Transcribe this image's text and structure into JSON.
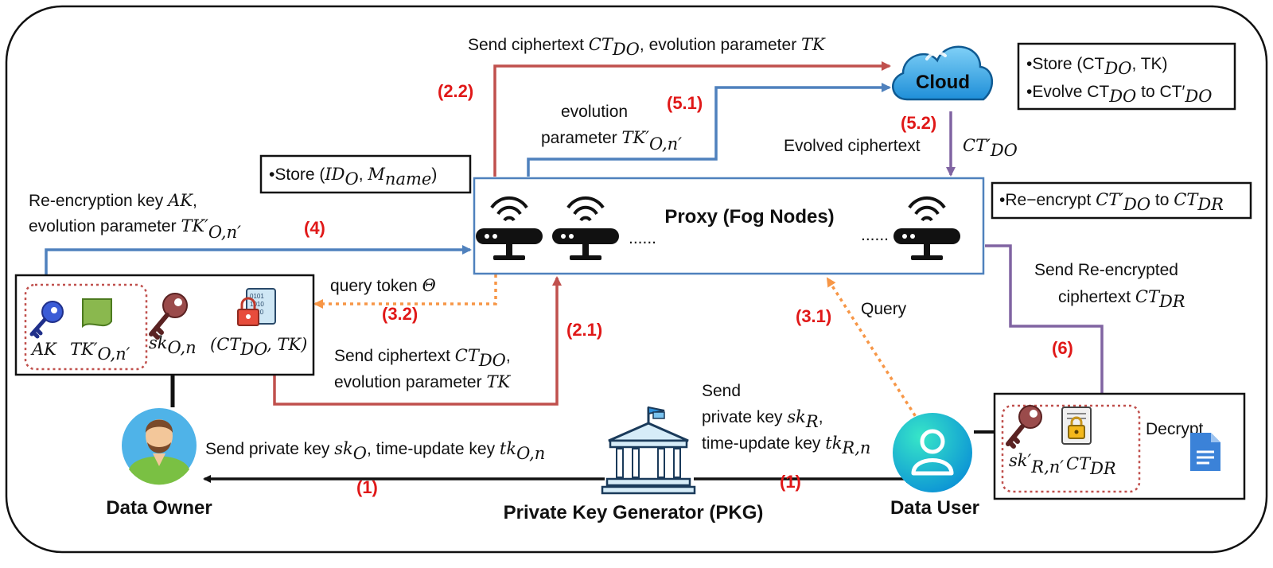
{
  "frame": {
    "border_color": "#111111"
  },
  "colors": {
    "red_arrow": "#c0504d",
    "blue_arrow": "#4f81bd",
    "purple_arrow": "#8064a2",
    "orange_arrow": "#f79646",
    "black_arrow": "#111111",
    "step_red": "#e01818",
    "dotted_box": "#c0504d"
  },
  "nodes": {
    "cloud": {
      "label": "Cloud",
      "icon": "cloud-icon"
    },
    "proxy": {
      "label": "Proxy (Fog Nodes)",
      "dots_left": "......",
      "dots_right": "......",
      "icon": "router-icon"
    },
    "pkg": {
      "label": "Private Key Generator (PKG)",
      "icon": "bank-building-icon"
    },
    "data_owner": {
      "label": "Data Owner",
      "icon": "person-avatar-icon"
    },
    "data_user": {
      "label": "Data User",
      "icon": "user-circle-icon"
    }
  },
  "boxes": {
    "cloud_note": {
      "line1": "•Store (CT",
      "line1_sub": "DO",
      "line1_tail": ", TK)",
      "line2": "•Evolve CT",
      "line2_sub": "DO",
      "line2_mid": " to CT′",
      "line2_sub2": "DO"
    },
    "proxy_store": {
      "prefix": "•Store (",
      "id": "ID",
      "id_sub": "O",
      "sep": ", ",
      "m": "M",
      "m_sub": "name",
      "suffix": ")"
    },
    "reencrypt": {
      "prefix": "•Re−encrypt ",
      "ct1": "CT′",
      "ct1_sub": "DO",
      "mid": " to ",
      "ct2": "CT",
      "ct2_sub": "DR"
    },
    "owner_store": {
      "ak": "AK",
      "tk": "TK′",
      "tk_sub": "O,n′",
      "sk": "sk",
      "sk_sub": "O,n",
      "ct": "(CT",
      "ct_sub": "DO",
      "ct_tail": ", TK)"
    },
    "user_store": {
      "sk": "sk′",
      "sk_sub": "R,n′",
      "ct": "CT",
      "ct_sub": "DR",
      "decrypt": "Decrypt"
    }
  },
  "steps": {
    "s1_left": "(1)",
    "s1_right": "(1)",
    "s2_1": "(2.1)",
    "s2_2": "(2.2)",
    "s3_1": "(3.1)",
    "s3_2": "(3.2)",
    "s4": "(4)",
    "s5_1": "(5.1)",
    "s5_2": "(5.2)",
    "s6": "(6)"
  },
  "labels": {
    "send_ct_top": "Send ciphertext ",
    "send_ct_top_ct": "CT",
    "send_ct_top_sub": "DO",
    "send_ct_top_tail": ", evolution parameter ",
    "send_ct_top_tk": "TK",
    "evo_line1": "evolution",
    "evo_line2": "parameter ",
    "evo_tk": "TK′",
    "evo_sub": "O,n′",
    "evolved_ct": "Evolved ciphertext",
    "evolved_ct_sym": "CT′",
    "evolved_ct_sub": "DO",
    "rekey_line1": "Re-encryption key ",
    "rekey_ak": "AK",
    "rekey_line1_tail": ",",
    "rekey_line2": "evolution parameter ",
    "rekey_tk": "TK′",
    "rekey_sub": "O,n′",
    "query_token": "query token ",
    "query_token_sym": "Θ",
    "send_ct_bottom_1": "Send ciphertext ",
    "send_ct_bottom_ct": "CT",
    "send_ct_bottom_sub": "DO",
    "send_ct_bottom_1_tail": ",",
    "send_ct_bottom_2": "evolution parameter ",
    "send_ct_bottom_tk": "TK",
    "query": "Query",
    "send_reenc_1": "Send Re-encrypted",
    "send_reenc_2": "ciphertext ",
    "send_reenc_ct": "CT",
    "send_reenc_sub": "DR",
    "pk_owner": "Send private key ",
    "pk_owner_sk": "sk",
    "pk_owner_sk_sub": "O",
    "pk_owner_mid": ", time-update key ",
    "pk_owner_tk": "tk",
    "pk_owner_tk_sub": "O,n",
    "pk_user_1": "Send",
    "pk_user_2": "private key ",
    "pk_user_sk": "sk",
    "pk_user_sk_sub": "R",
    "pk_user_2_tail": ",",
    "pk_user_3": "time-update key ",
    "pk_user_tk": "tk",
    "pk_user_tk_sub": "R,n"
  }
}
